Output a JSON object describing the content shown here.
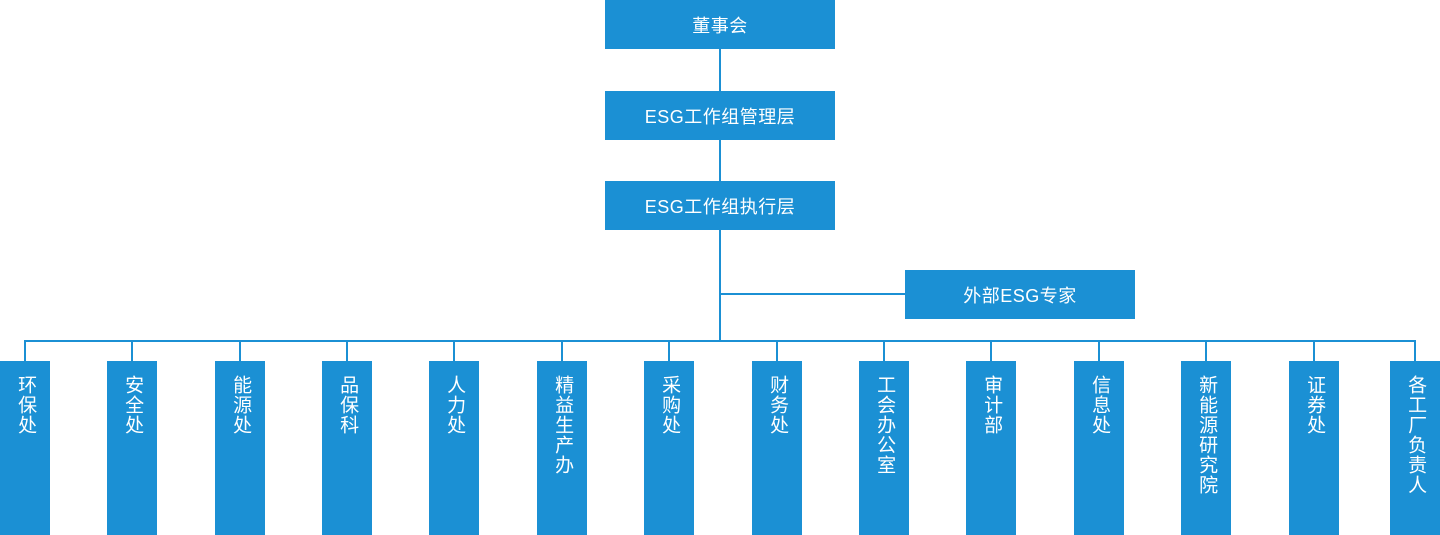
{
  "diagram": {
    "title_nodes": [
      {
        "id": "board",
        "label": "董事会"
      },
      {
        "id": "esg-mgmt",
        "label": "ESG工作组管理层"
      },
      {
        "id": "esg-exec",
        "label": "ESG工作组执行层"
      },
      {
        "id": "esg-expert",
        "label": "外部ESG专家"
      }
    ],
    "departments": [
      {
        "id": "dept-1",
        "label": "环保处"
      },
      {
        "id": "dept-2",
        "label": "安全处"
      },
      {
        "id": "dept-3",
        "label": "能源处"
      },
      {
        "id": "dept-4",
        "label": "品保科"
      },
      {
        "id": "dept-5",
        "label": "人力处"
      },
      {
        "id": "dept-6",
        "label": "精益生产办"
      },
      {
        "id": "dept-7",
        "label": "采购处"
      },
      {
        "id": "dept-8",
        "label": "财务处"
      },
      {
        "id": "dept-9",
        "label": "工会办公室"
      },
      {
        "id": "dept-10",
        "label": "审计部"
      },
      {
        "id": "dept-11",
        "label": "信息处"
      },
      {
        "id": "dept-12",
        "label": "新能源研究院"
      },
      {
        "id": "dept-13",
        "label": "证券处"
      },
      {
        "id": "dept-14",
        "label": "各工厂负责人"
      }
    ],
    "colors": {
      "node_fill": "#1b90d4",
      "node_text": "#ffffff",
      "connector": "#1b90d4",
      "background": "#ffffff"
    }
  }
}
